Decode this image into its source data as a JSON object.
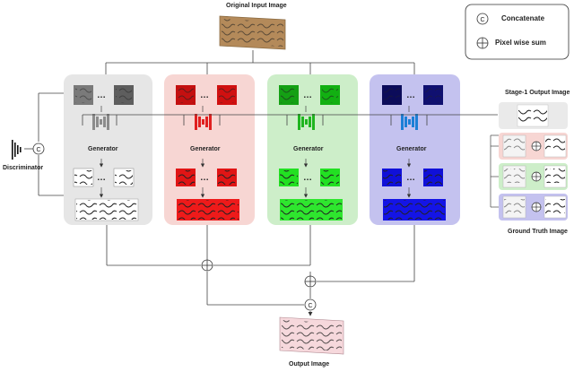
{
  "diagram": {
    "input_label": "Original Input Image",
    "output_label": "Output Image",
    "discriminator_label": "Discriminator",
    "stage1_label": "Stage-1 Output Image",
    "ground_truth_label": "Ground Truth Image",
    "generator_labels": [
      "Generator",
      "Generator",
      "Generator",
      "Generator"
    ],
    "ellipsis": "…",
    "legend": {
      "concat_symbol": "C",
      "concat_label": "Concatenate",
      "sum_label": "Pixel wise sum"
    },
    "branch_colors": {
      "gray": "#e6e6e6",
      "red": "#f7d6d3",
      "green": "#cdeec9",
      "blue": "#c4c2ef"
    }
  }
}
